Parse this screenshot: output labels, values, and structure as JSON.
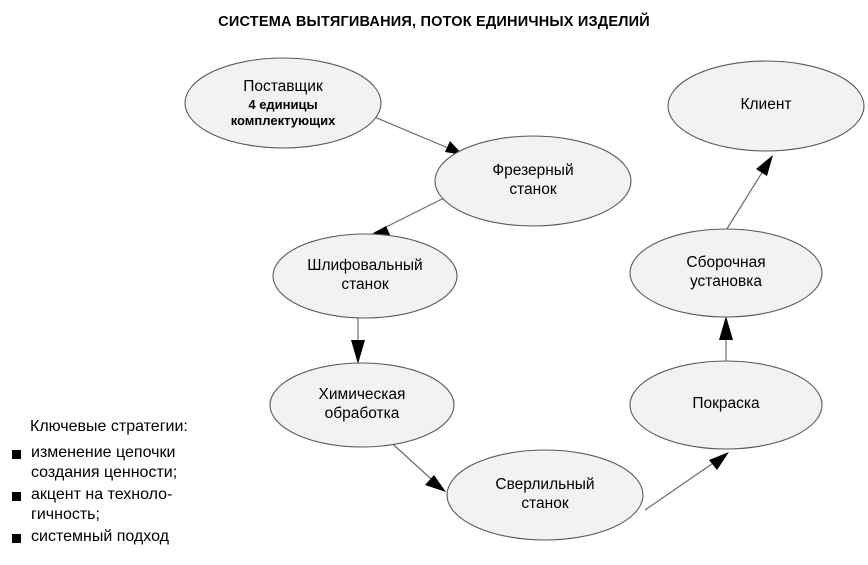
{
  "title": "СИСТЕМА ВЫТЯГИВАНИЯ, ПОТОК ЕДИНИЧНЫХ ИЗДЕЛИЙ",
  "colors": {
    "node_fill": "#f2f2f2",
    "node_stroke": "#5a5a5a",
    "arrow": "#6b6b6b",
    "arrow_head": "#000000",
    "text": "#000000",
    "background": "#ffffff"
  },
  "nodes": [
    {
      "id": "supplier",
      "label": "Поставщик",
      "sub1": "4 единицы",
      "sub2": "комплектующих"
    },
    {
      "id": "milling",
      "label": "Фрезерный",
      "sub1": "станок"
    },
    {
      "id": "grinding",
      "label": "Шлифовальный",
      "sub1": "станок"
    },
    {
      "id": "chemical",
      "label": "Химическая",
      "sub1": "обработка"
    },
    {
      "id": "drilling",
      "label": "Сверлильный",
      "sub1": "станок"
    },
    {
      "id": "painting",
      "label": "Покраска"
    },
    {
      "id": "assembly",
      "label": "Сборочная",
      "sub1": "установка"
    },
    {
      "id": "client",
      "label": "Клиент"
    }
  ],
  "edges": [
    {
      "from": "supplier",
      "to": "milling"
    },
    {
      "from": "milling",
      "to": "grinding"
    },
    {
      "from": "grinding",
      "to": "chemical"
    },
    {
      "from": "chemical",
      "to": "drilling"
    },
    {
      "from": "drilling",
      "to": "painting"
    },
    {
      "from": "painting",
      "to": "assembly"
    },
    {
      "from": "assembly",
      "to": "client"
    }
  ],
  "legend": {
    "heading": "Ключевые стратегии:",
    "items": [
      "изменение цепочки\nсоздания ценности;",
      "акцент на техноло-\nгичность;",
      "системный подход"
    ]
  }
}
